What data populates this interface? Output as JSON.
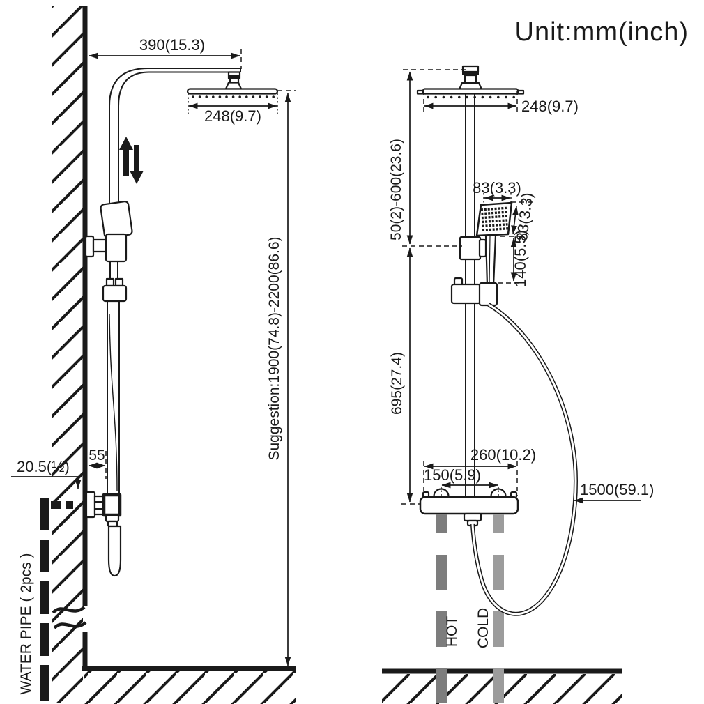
{
  "title": "Unit:mm(inch)",
  "colors": {
    "line": "#1a1a1a",
    "hot_pipe": "#7d7d7d",
    "cold_pipe": "#9c9c9c"
  },
  "left_view": {
    "dim_arm_reach": "390(15.3)",
    "dim_head_width": "248(9.7)",
    "dim_height_suggestion": "Suggestion:1900(74.8)-2200(86.6)",
    "dim_wall_thread": "20.5(½)",
    "dim_wall_offset": "55",
    "label_water_pipe": "WATER PIPE ( 2pcs )"
  },
  "right_view": {
    "dim_head_width": "248(9.7)",
    "dim_slider_range": "50(2)-600(23.6)",
    "dim_hand_width": "83(3.3)",
    "dim_hand_face": "83(3.3)",
    "dim_handle_length": "140(5.5)",
    "dim_column_lower": "695(27.4)",
    "dim_valve_width": "260(10.2)",
    "dim_inlet_spacing": "150(5.9)",
    "dim_hose_length": "1500(59.1)",
    "label_hot": "HOT",
    "label_cold": "COLD"
  }
}
